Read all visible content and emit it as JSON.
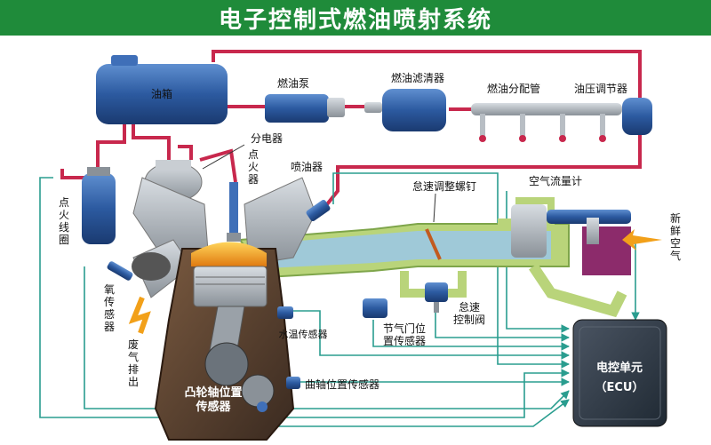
{
  "title": "电子控制式燃油喷射系统",
  "labels": {
    "tank": "油箱",
    "pump": "燃油泵",
    "filter": "燃油滤清器",
    "rail": "燃油分配管",
    "regulator": "油压调节器",
    "distributor": "分电器",
    "coil": [
      "点",
      "火",
      "线",
      "圈"
    ],
    "spark": [
      "点",
      "火",
      "器"
    ],
    "injector": "喷油器",
    "idle_screw": "怠速调整螺钉",
    "airflow": "空气流量计",
    "fresh_air": [
      "新",
      "鲜",
      "空",
      "气"
    ],
    "o2": [
      "氧",
      "传",
      "感",
      "器"
    ],
    "exhaust": [
      "废",
      "气",
      "排",
      "出"
    ],
    "idle_valve": [
      "怠速",
      "控制阀"
    ],
    "throttle_sensor": [
      "节气门位",
      "置传感器"
    ],
    "coolant": "水温传感器",
    "crank": "曲轴位置传感器",
    "cam": [
      "凸轮轴位置",
      "传感器"
    ],
    "ecu": [
      "电控单元",
      "（ECU）"
    ]
  },
  "colors": {
    "title_bg": "#1f8b3a",
    "fuel_line": "#c8284d",
    "signal_line": "#2a9d8f",
    "component_blue": "#2c5aa0",
    "air": "#9fc9d8",
    "intake": "#b9d47a",
    "flame": "#f2a019",
    "ecu": "#2e3440"
  }
}
